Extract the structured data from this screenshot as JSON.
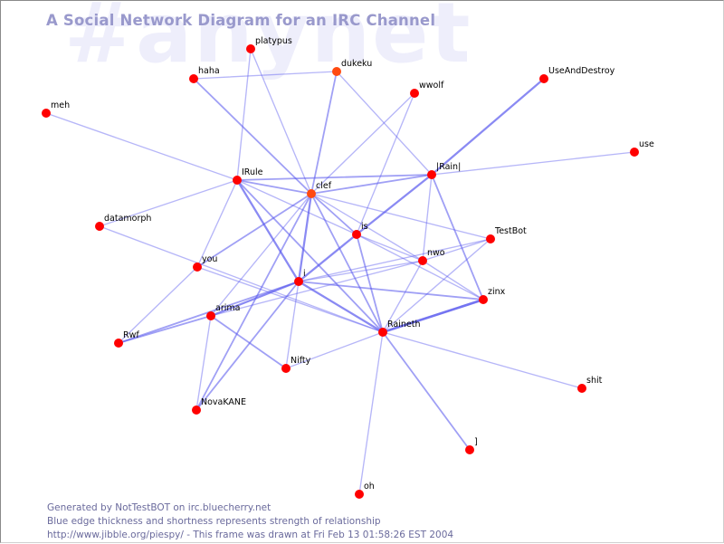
{
  "header": {
    "title": "A Social Network Diagram for an IRC Channel",
    "channel_watermark": "#anynet"
  },
  "footer": {
    "line1": "Generated by NotTestBOT on irc.bluecherry.net",
    "line2": "Blue edge thickness and shortness represents strength of relationship",
    "line3": "http://www.jibble.org/piespy/ - This frame was drawn at Fri Feb 13 01:58:26 EST 2004"
  },
  "colors": {
    "node": "#ff0000",
    "node_active": "#ff4a10",
    "edge": "#5555ee",
    "title": "#9999cc",
    "watermark": "#eeeefb",
    "footer": "#6a6a9c"
  },
  "graph": {
    "nodes": [
      {
        "id": "platypus",
        "label": "platypus"
      },
      {
        "id": "haha",
        "label": "haha"
      },
      {
        "id": "dukeku",
        "label": "dukeku",
        "active": true
      },
      {
        "id": "wwolf",
        "label": "wwolf"
      },
      {
        "id": "UseAndDestroy",
        "label": "UseAndDestroy"
      },
      {
        "id": "meh",
        "label": "meh"
      },
      {
        "id": "use",
        "label": "use"
      },
      {
        "id": "IRule",
        "label": "IRule"
      },
      {
        "id": "clef",
        "label": "clef",
        "active": true
      },
      {
        "id": "Rain",
        "label": "|Rain|"
      },
      {
        "id": "datamorph",
        "label": "datamorph"
      },
      {
        "id": "is",
        "label": "is"
      },
      {
        "id": "TestBot",
        "label": "TestBot"
      },
      {
        "id": "you",
        "label": "you"
      },
      {
        "id": "nwo",
        "label": "nwo"
      },
      {
        "id": "i",
        "label": "i"
      },
      {
        "id": "zinx",
        "label": "zinx"
      },
      {
        "id": "arima",
        "label": "arima"
      },
      {
        "id": "Raineth",
        "label": "Raineth"
      },
      {
        "id": "Rwf",
        "label": "Rwf"
      },
      {
        "id": "Nifty",
        "label": "Nifty"
      },
      {
        "id": "NovaKANE",
        "label": "NovaKANE"
      },
      {
        "id": "shit",
        "label": "shit"
      },
      {
        "id": "bracket",
        "label": "]"
      },
      {
        "id": "oh",
        "label": "oh"
      }
    ],
    "edges": [
      {
        "from": "haha",
        "to": "dukeku",
        "strength": 1
      },
      {
        "from": "haha",
        "to": "clef",
        "strength": 2
      },
      {
        "from": "platypus",
        "to": "IRule",
        "strength": 1
      },
      {
        "from": "platypus",
        "to": "clef",
        "strength": 1
      },
      {
        "from": "dukeku",
        "to": "clef",
        "strength": 2
      },
      {
        "from": "dukeku",
        "to": "Rain",
        "strength": 1
      },
      {
        "from": "wwolf",
        "to": "clef",
        "strength": 1
      },
      {
        "from": "wwolf",
        "to": "is",
        "strength": 1
      },
      {
        "from": "UseAndDestroy",
        "to": "Rain",
        "strength": 3
      },
      {
        "from": "use",
        "to": "Rain",
        "strength": 1
      },
      {
        "from": "meh",
        "to": "IRule",
        "strength": 1
      },
      {
        "from": "IRule",
        "to": "clef",
        "strength": 2
      },
      {
        "from": "IRule",
        "to": "Rain",
        "strength": 2
      },
      {
        "from": "IRule",
        "to": "datamorph",
        "strength": 1
      },
      {
        "from": "IRule",
        "to": "you",
        "strength": 1
      },
      {
        "from": "IRule",
        "to": "i",
        "strength": 3
      },
      {
        "from": "IRule",
        "to": "is",
        "strength": 1
      },
      {
        "from": "IRule",
        "to": "Raineth",
        "strength": 2
      },
      {
        "from": "clef",
        "to": "Rain",
        "strength": 2
      },
      {
        "from": "clef",
        "to": "is",
        "strength": 2
      },
      {
        "from": "clef",
        "to": "nwo",
        "strength": 1
      },
      {
        "from": "clef",
        "to": "TestBot",
        "strength": 1
      },
      {
        "from": "clef",
        "to": "i",
        "strength": 3
      },
      {
        "from": "clef",
        "to": "you",
        "strength": 2
      },
      {
        "from": "clef",
        "to": "arima",
        "strength": 1
      },
      {
        "from": "clef",
        "to": "Raineth",
        "strength": 2
      },
      {
        "from": "clef",
        "to": "NovaKANE",
        "strength": 2
      },
      {
        "from": "Rain",
        "to": "is",
        "strength": 3
      },
      {
        "from": "Rain",
        "to": "nwo",
        "strength": 1
      },
      {
        "from": "Rain",
        "to": "zinx",
        "strength": 2
      },
      {
        "from": "is",
        "to": "i",
        "strength": 3
      },
      {
        "from": "is",
        "to": "nwo",
        "strength": 1
      },
      {
        "from": "is",
        "to": "Raineth",
        "strength": 2
      },
      {
        "from": "is",
        "to": "zinx",
        "strength": 1
      },
      {
        "from": "datamorph",
        "to": "Raineth",
        "strength": 1
      },
      {
        "from": "TestBot",
        "to": "nwo",
        "strength": 1
      },
      {
        "from": "TestBot",
        "to": "i",
        "strength": 1
      },
      {
        "from": "TestBot",
        "to": "Raineth",
        "strength": 1
      },
      {
        "from": "nwo",
        "to": "i",
        "strength": 1
      },
      {
        "from": "nwo",
        "to": "arima",
        "strength": 1
      },
      {
        "from": "nwo",
        "to": "zinx",
        "strength": 1
      },
      {
        "from": "nwo",
        "to": "Raineth",
        "strength": 1
      },
      {
        "from": "you",
        "to": "Rwf",
        "strength": 1
      },
      {
        "from": "you",
        "to": "Raineth",
        "strength": 1
      },
      {
        "from": "i",
        "to": "zinx",
        "strength": 2
      },
      {
        "from": "i",
        "to": "arima",
        "strength": 3
      },
      {
        "from": "i",
        "to": "Rwf",
        "strength": 2
      },
      {
        "from": "i",
        "to": "Raineth",
        "strength": 3
      },
      {
        "from": "i",
        "to": "Nifty",
        "strength": 1
      },
      {
        "from": "i",
        "to": "NovaKANE",
        "strength": 2
      },
      {
        "from": "zinx",
        "to": "Raineth",
        "strength": 4
      },
      {
        "from": "arima",
        "to": "Rwf",
        "strength": 2
      },
      {
        "from": "arima",
        "to": "Nifty",
        "strength": 2
      },
      {
        "from": "arima",
        "to": "NovaKANE",
        "strength": 1
      },
      {
        "from": "Raineth",
        "to": "Nifty",
        "strength": 1
      },
      {
        "from": "Raineth",
        "to": "shit",
        "strength": 1
      },
      {
        "from": "Raineth",
        "to": "bracket",
        "strength": 2
      },
      {
        "from": "Raineth",
        "to": "oh",
        "strength": 1
      }
    ]
  }
}
